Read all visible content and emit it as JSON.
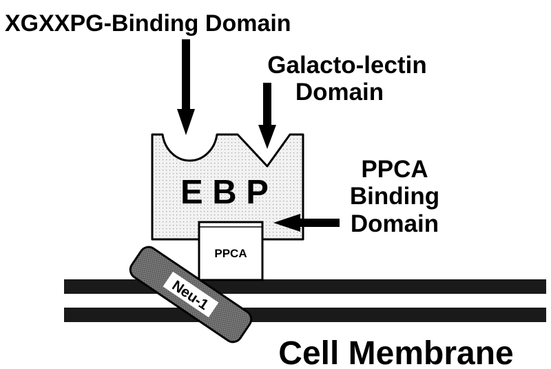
{
  "labels": {
    "xgxxpg": "XGXXPG-Binding Domain",
    "galacto_line1": "Galacto-lectin",
    "galacto_line2": "Domain",
    "ppca_domain_line1": "PPCA",
    "ppca_domain_line2": "Binding",
    "ppca_domain_line3": "Domain",
    "ebp": "E B P",
    "ppca_box": "PPCA",
    "neu1": "Neu-1",
    "cell_membrane": "Cell Membrane"
  },
  "colors": {
    "ink": "#000000",
    "background": "#ffffff",
    "ebp_fill": "#f2f2f2",
    "ebp_dots": "#9a9a9a",
    "neu1_fill": "#6e6e6e"
  }
}
